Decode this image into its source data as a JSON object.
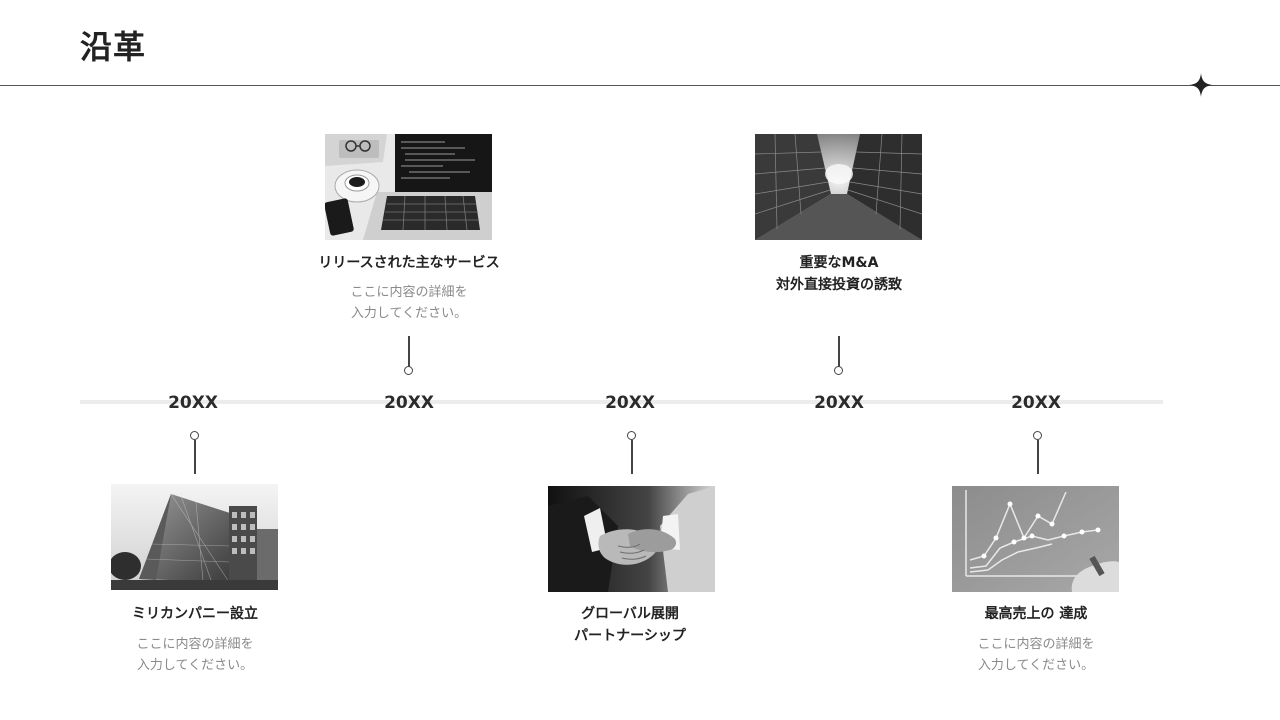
{
  "page": {
    "title": "沿革"
  },
  "milestones": [
    {
      "year": "20XX",
      "caption": "ミリカンパニー設立",
      "caption2": "",
      "desc1": "ここに内容の詳細を",
      "desc2": "入力してください。",
      "image_icon": "office-building-photo"
    },
    {
      "year": "20XX",
      "caption": "リリースされた主なサービス",
      "caption2": "",
      "desc1": "ここに内容の詳細を",
      "desc2": "入力してください。",
      "image_icon": "laptop-coffee-desk-photo"
    },
    {
      "year": "20XX",
      "caption": "グローバル展開",
      "caption2": "パートナーシップ",
      "desc1": "",
      "desc2": "",
      "image_icon": "handshake-photo"
    },
    {
      "year": "20XX",
      "caption": "重要なM&A",
      "caption2": "対外直接投資の誘致",
      "desc1": "",
      "desc2": "",
      "image_icon": "skyscrapers-looking-up-photo"
    },
    {
      "year": "20XX",
      "caption": "最高売上の 達成",
      "caption2": "",
      "desc1": "ここに内容の詳細を",
      "desc2": "入力してください。",
      "image_icon": "line-chart-sketch-photo"
    }
  ],
  "colors": {
    "text": "#222222",
    "muted": "#8a8a8a",
    "rule": "#555555",
    "band": "#ececec"
  }
}
